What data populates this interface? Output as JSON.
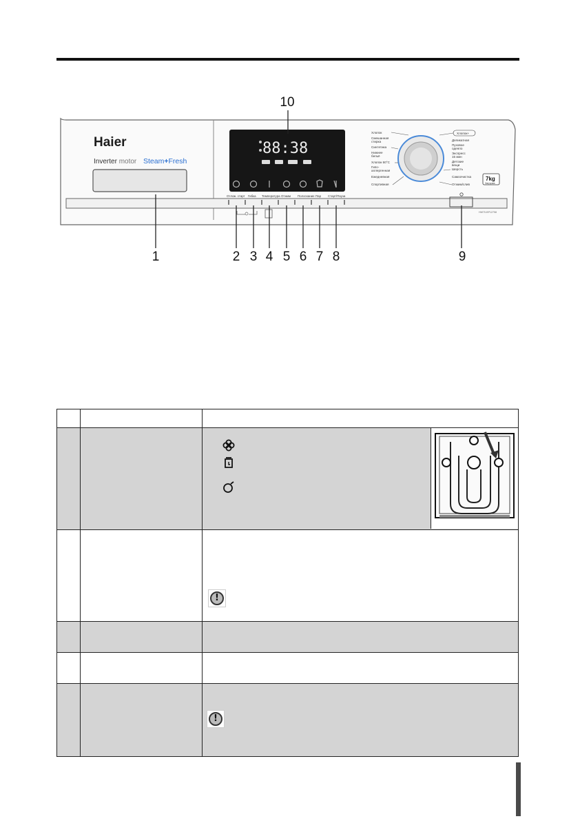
{
  "callouts": {
    "top": "10",
    "bottom": [
      "1",
      "2",
      "3",
      "4",
      "5",
      "6",
      "7",
      "8",
      "9"
    ]
  },
  "panel": {
    "brand": "Haier",
    "inverter": "Inverter",
    "motor": "motor",
    "steam": "Steam",
    "plus": "+",
    "fresh": "Fresh",
    "display_time": "88:38",
    "capacity": "7kg",
    "capacity_sub": "Загрузка",
    "model": "HW70-BP12758",
    "button_labels": [
      "Отлож. старт",
      "Гибка",
      "Температура",
      "Отжим",
      "Полоскание",
      "Пар",
      "Старт/Пауза"
    ],
    "programs_left": [
      "Хлопок",
      "Смешанная стирка",
      "Синтетика",
      "Нижнее бельё",
      "Хлопок 60°С",
      "Гипо-аллергенная",
      "Ежедневная",
      "Спортивная"
    ],
    "programs_right": [
      "Хлопок+",
      "Деликатная",
      "Пуховое одеяло",
      "Экспресс 15 мин",
      "Детские вещи",
      "Шерсть",
      "Самоочистка",
      "Отжим/слив"
    ]
  },
  "colors": {
    "display_bg": "#161616",
    "table_shade": "#d4d4d4",
    "accent_blue": "#2a6fd1"
  }
}
